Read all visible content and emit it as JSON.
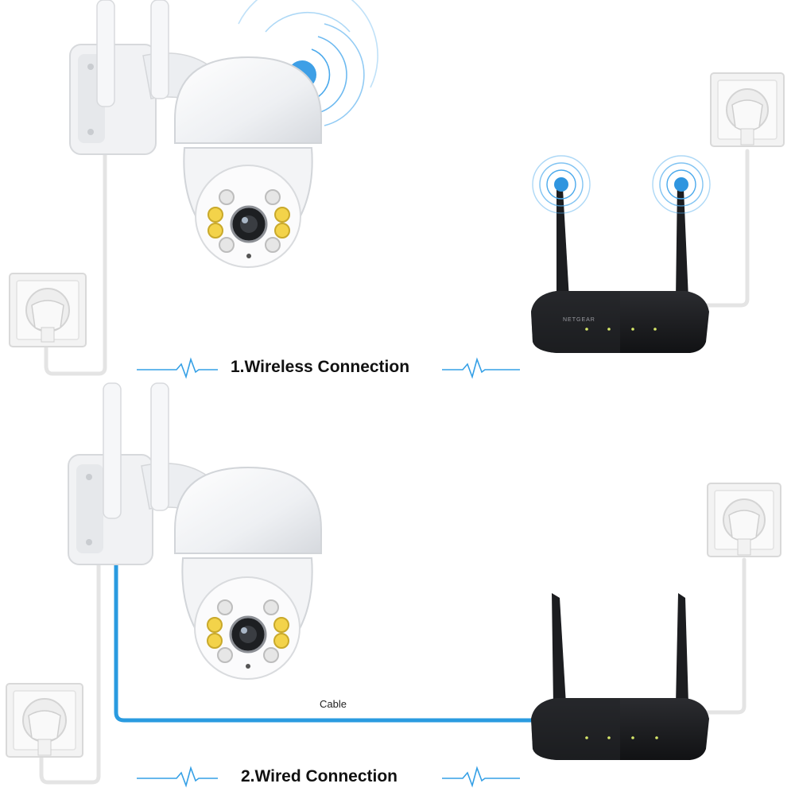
{
  "sections": [
    {
      "title": "1.Wireless Connection",
      "mode": "wireless"
    },
    {
      "title": "2.Wired Connection",
      "mode": "wired"
    }
  ],
  "cable_label": "Cable",
  "router_brand": "NETGEAR",
  "colors": {
    "accent": "#1f8fe0",
    "cable": "#2a9be0",
    "camera_body": "#f4f5f7",
    "router_body": "#1b1c1f",
    "ir_led": "#e2e2e2",
    "warm_led": "#f3d34a",
    "power_cord": "#e6e6e6"
  },
  "icons": {
    "signal": "wifi-signal-icon",
    "pulse": "heartbeat-pulse-icon",
    "socket": "power-socket-icon"
  }
}
